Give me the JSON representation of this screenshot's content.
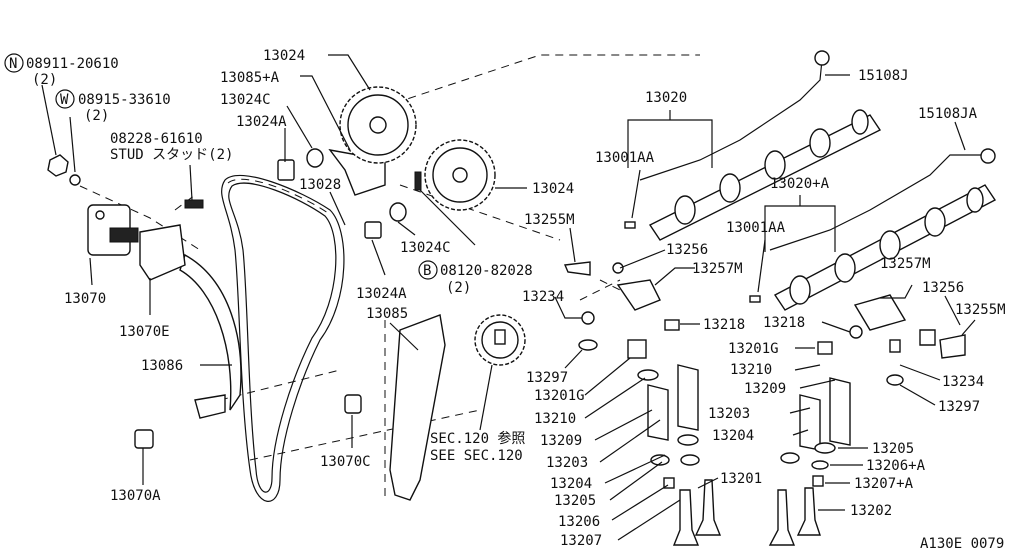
{
  "labels": {
    "n_08911_20610": "08911-20610",
    "n_qty": "(2)",
    "w_08915_33610": "08915-33610",
    "w_qty": "(2)",
    "l_08228_61610": "08228-61610",
    "stud": "STUD スタッド(2)",
    "l_13024_top": "13024",
    "l_13085A": "13085+A",
    "l_13024C_top": "13024C",
    "l_13024A_top": "13024A",
    "l_13028": "13028",
    "l_13024_mid": "13024",
    "l_13024C_mid": "13024C",
    "b_08120_82028": "08120-82028",
    "b_qty": "(2)",
    "l_13024A_mid": "13024A",
    "l_13070": "13070",
    "l_13070E": "13070E",
    "l_13086": "13086",
    "l_13085": "13085",
    "l_13070C": "13070C",
    "l_13070A": "13070A",
    "sec120_jp": "SEC.120 参照",
    "sec120_en": "SEE SEC.120",
    "l_13020": "13020",
    "l_15108J": "15108J",
    "l_13001AA_left": "13001AA",
    "l_15108JA": "15108JA",
    "l_13020A": "13020+A",
    "l_13001AA_right": "13001AA",
    "l_13255M_left": "13255M",
    "l_13256_left": "13256",
    "l_13257M_left": "13257M",
    "l_13234_left": "13234",
    "l_13297_left": "13297",
    "l_13218_left": "13218",
    "l_13201G_left": "13201G",
    "l_13210_left": "13210",
    "l_13209_left": "13209",
    "l_13203_left": "13203",
    "l_13204_left": "13204",
    "l_13205_left": "13205",
    "l_13206_left": "13206",
    "l_13207_left": "13207",
    "l_13201": "13201",
    "l_13257M_right": "13257M",
    "l_13256_right": "13256",
    "l_13255M_right": "13255M",
    "l_13218_right": "13218",
    "l_13201G_right": "13201G",
    "l_13210_right": "13210",
    "l_13209_right": "13209",
    "l_13203_right": "13203",
    "l_13204_right": "13204",
    "l_13205_right": "13205",
    "l_13206A": "13206+A",
    "l_13207A": "13207+A",
    "l_13202": "13202",
    "l_13234_right": "13234",
    "l_13297_right": "13297",
    "figure_code": "A130E 0079",
    "n_symbol": "N",
    "w_symbol": "W",
    "b_symbol": "B"
  }
}
